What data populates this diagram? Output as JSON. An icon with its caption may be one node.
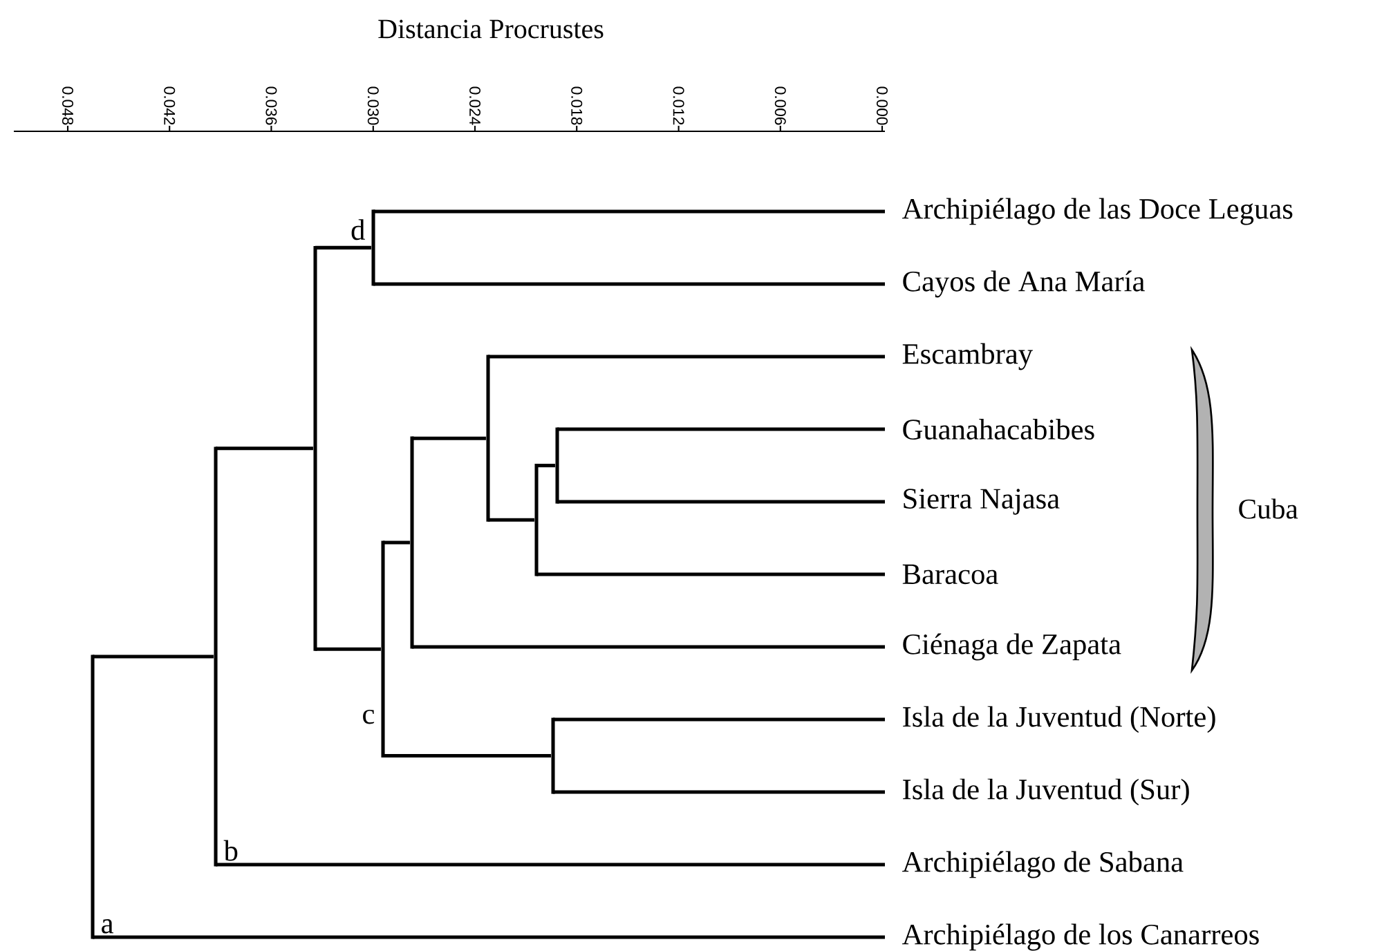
{
  "diagram": {
    "nodes": [
      {
        "text": [
          "Archipiélago de las Doce Leguas"
        ]
      },
      {
        "text": [
          "Cayos de Ana María"
        ]
      },
      {
        "text": [
          "Escambray"
        ]
      },
      {
        "text": [
          "Guanahacabibes"
        ]
      },
      {
        "text": [
          "Sierra Najasa"
        ]
      },
      {
        "text": [
          "Baracoa"
        ]
      },
      {
        "text": [
          "Ciénaga de Zapata"
        ]
      },
      {
        "text": [
          "Isla de la Juventud (Norte)"
        ]
      },
      {
        "text": [
          "Isla de la Juventud (Sur)"
        ]
      },
      {
        "text": [
          "Archipiélago de Sabana"
        ]
      },
      {
        "text": [
          "Archipiélago de los Canarreos"
        ]
      },
      {
        "text": [
          "a"
        ]
      },
      {
        "text": [
          "b"
        ]
      },
      {
        "text": [],
        "shape": "bar"
      },
      {
        "text": [
          "d"
        ]
      },
      {
        "text": [
          "c"
        ]
      },
      {
        "text": [],
        "shape": "bar"
      },
      {
        "text": [],
        "shape": "bar"
      },
      {
        "text": [],
        "shape": "bar"
      },
      {
        "text": [],
        "shape": "bar"
      },
      {
        "text": [],
        "shape": "bar"
      }
    ],
    "edges": [
      {
        "from": 11,
        "to": 12,
        "arrow": "none"
      },
      {
        "from": 11,
        "to": 10,
        "arrow": "none"
      },
      {
        "from": 12,
        "to": 13,
        "arrow": "none"
      },
      {
        "from": 12,
        "to": 9,
        "arrow": "none"
      },
      {
        "from": 13,
        "to": 14,
        "arrow": "none"
      },
      {
        "from": 13,
        "to": 15,
        "arrow": "none"
      },
      {
        "from": 14,
        "to": 0,
        "arrow": "none"
      },
      {
        "from": 14,
        "to": 1,
        "arrow": "none"
      },
      {
        "from": 15,
        "to": 16,
        "arrow": "none"
      },
      {
        "from": 15,
        "to": 20,
        "arrow": "none"
      },
      {
        "from": 16,
        "to": 17,
        "arrow": "none"
      },
      {
        "from": 16,
        "to": 6,
        "arrow": "none"
      },
      {
        "from": 17,
        "to": 2,
        "arrow": "none"
      },
      {
        "from": 17,
        "to": 18,
        "arrow": "none"
      },
      {
        "from": 18,
        "to": 19,
        "arrow": "none"
      },
      {
        "from": 18,
        "to": 5,
        "arrow": "none"
      },
      {
        "from": 19,
        "to": 3,
        "arrow": "none"
      },
      {
        "from": 19,
        "to": 4,
        "arrow": "none"
      },
      {
        "from": 20,
        "to": 7,
        "arrow": "none"
      },
      {
        "from": 20,
        "to": 8,
        "arrow": "none"
      }
    ],
    "labels": [
      "Distancia Procrustes",
      "0.048",
      "0.042",
      "0.036",
      "0.030",
      "0.024",
      "0.018",
      "0.012",
      "0.006",
      "0.000",
      "Cuba"
    ]
  }
}
